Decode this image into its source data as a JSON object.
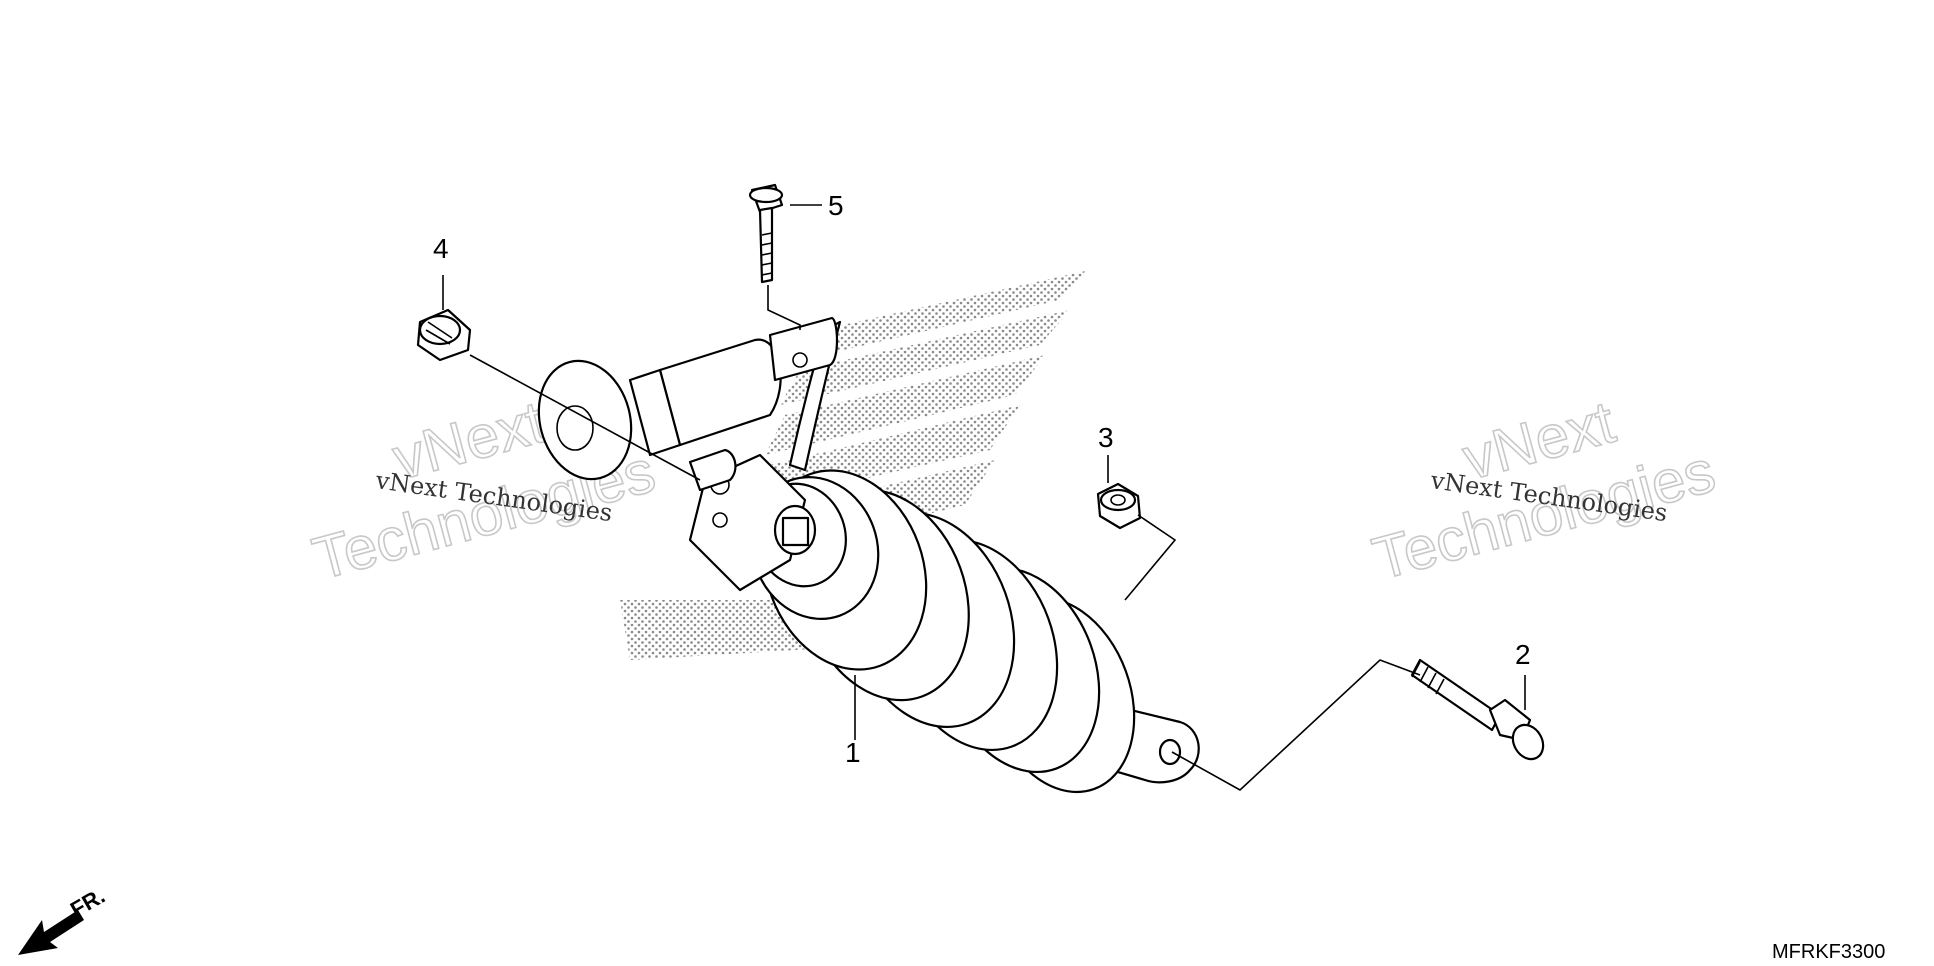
{
  "diagram": {
    "part_code": "MFRKF3300",
    "front_indicator": "FR.",
    "callouts": [
      "1",
      "2",
      "3",
      "4",
      "5"
    ]
  },
  "watermarks": {
    "left_small": "vNext Technologies",
    "left_big_1": "vNext",
    "left_big_2": "Technologies",
    "right_small": "vNext Technologies",
    "right_big_1": "vNext",
    "right_big_2": "Technologies"
  }
}
